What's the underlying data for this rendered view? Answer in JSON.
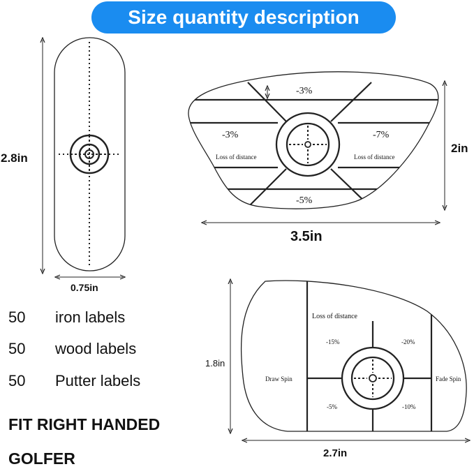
{
  "header": {
    "title": "Size quantity description"
  },
  "putter_label": {
    "height": "2.8in",
    "width": "0.75in"
  },
  "wood_label": {
    "height": "2in",
    "width": "3.5in",
    "top_value": "-3%",
    "left_value": "-3%",
    "right_value": "-7%",
    "bottom_value": "-5%",
    "left_text": "Loss of distance",
    "right_text": "Loss of distance"
  },
  "iron_label": {
    "height": "1.8in",
    "width": "2.7in",
    "top_text": "Loss of distance",
    "left_text": "Draw Spin",
    "right_text": "Fade Spin",
    "tl_value": "-15%",
    "tr_value": "-20%",
    "bl_value": "-5%",
    "br_value": "-10%"
  },
  "quantities": [
    {
      "count": "50",
      "label": "iron labels"
    },
    {
      "count": "50",
      "label": "wood labels"
    },
    {
      "count": "50",
      "label": "Putter labels"
    }
  ],
  "note": {
    "line1": "FIT RIGHT HANDED",
    "line2": "GOLFER"
  }
}
